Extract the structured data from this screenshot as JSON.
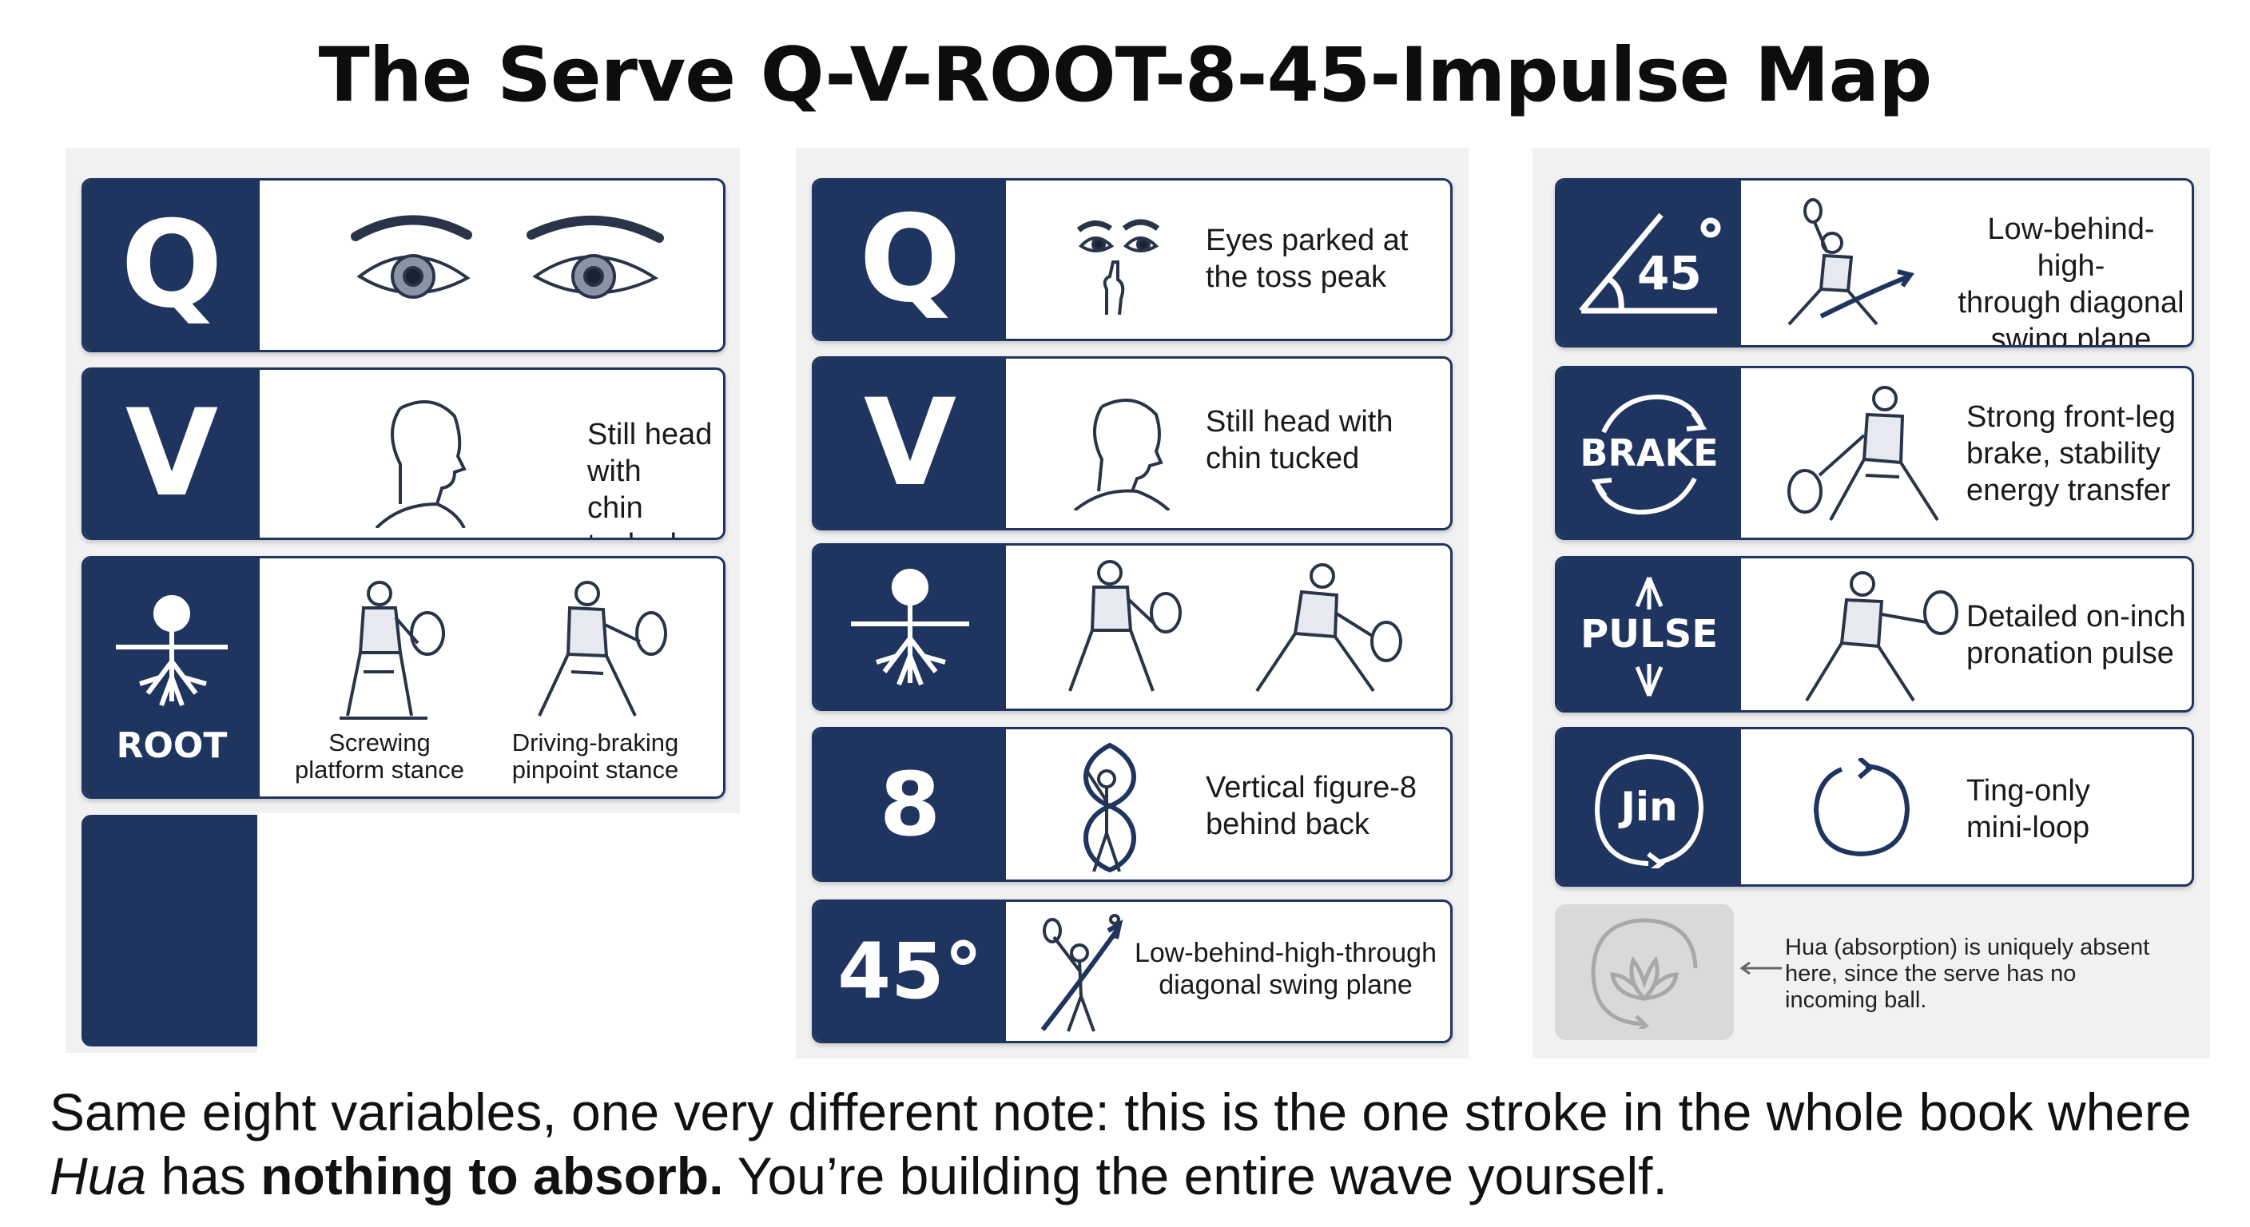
{
  "title": "The Serve Q-V-ROOT-8-45-Impulse Map",
  "colors": {
    "navy": "#1f3560",
    "panel": "#f1f1f2",
    "absent": "#d9d9da"
  },
  "column1": {
    "q": {
      "badge": "Q"
    },
    "v": {
      "badge": "V",
      "label": "Still head with\nchin tucked"
    },
    "root": {
      "badge": "ROOT",
      "label_left": "Screwing\nplatform stance",
      "label_right": "Driving-braking\npinpoint stance"
    }
  },
  "column2": {
    "q": {
      "badge": "Q",
      "label": "Eyes parked at\nthe toss peak"
    },
    "v": {
      "badge": "V",
      "label": "Still head with\nchin tucked"
    },
    "eight": {
      "badge": "8",
      "label": "Vertical figure-8\nbehind back"
    },
    "forty_five": {
      "badge": "45°",
      "label": "Low-behind-high-through\ndiagonal swing plane"
    }
  },
  "column3": {
    "angle": {
      "badge": "45",
      "label": "Low-behind-high-\nthrough diagonal\nswing plane"
    },
    "brake": {
      "badge": "BRAKE",
      "label": "Strong front-leg\nbrake, stability\nenergy transfer"
    },
    "pulse": {
      "badge": "PULSE",
      "label": "Detailed on-inch\npronation pulse"
    },
    "jin": {
      "badge": "Jin",
      "label": "Ting-only\nmini-loop"
    },
    "hua": {
      "label": "Hua (absorption) is uniquely absent\nhere, since the serve has no\nincoming ball."
    }
  },
  "footer": {
    "part1": "Same eight variables, one very different note: this is the one stroke in the whole book where ",
    "hua": "Hua",
    "part2": " has ",
    "bold": "nothing to absorb.",
    "part3": " You’re building the entire wave yourself."
  }
}
